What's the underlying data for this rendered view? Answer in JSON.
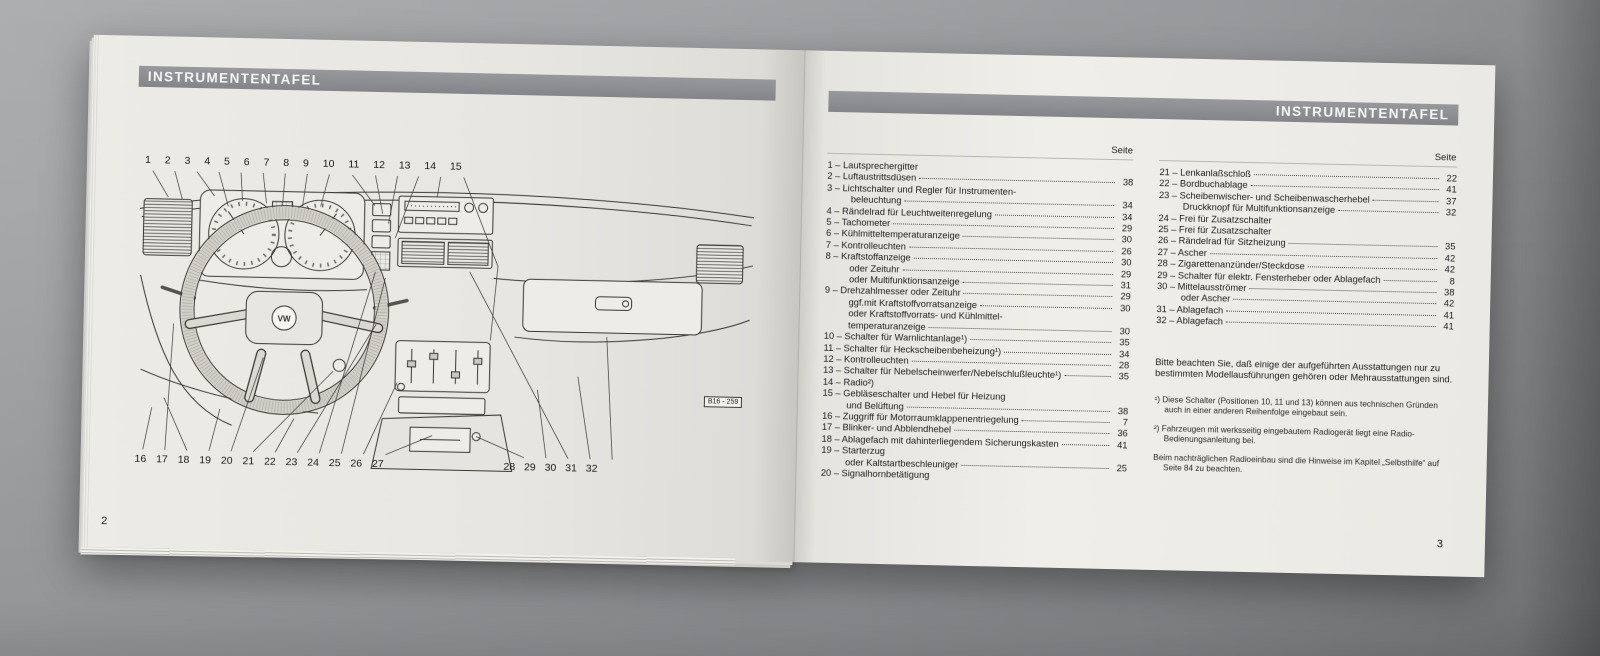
{
  "left_page": {
    "header": "INSTRUMENTENTAFEL",
    "page_number": "2",
    "figure_ref": "B16 - 259",
    "logo_text": "VW",
    "callouts_top": "1 2 3 4 5 6 7 8 9 10 11 12 13 14 15",
    "callouts_bottom_left": "16 17 18 19 20 21 22 23 24 25 26 27",
    "callouts_bottom_right": "28 29 30 31 32"
  },
  "right_page": {
    "header": "INSTRUMENTENTAFEL",
    "page_number": "3",
    "seite_label": "Seite",
    "seite_label2": "Seite",
    "left_rows": [
      {
        "t": "1 – Lautsprechergitter",
        "p": ""
      },
      {
        "t": "2 – Luftaustrittsdüsen",
        "p": "38"
      },
      {
        "t": "3 – Lichtschalter und Regler für Instrumenten-",
        "p": ""
      },
      {
        "t": "beleuchtung",
        "p": "34",
        "i": 1
      },
      {
        "t": "4 – Rändelrad für Leuchtweitenregelung",
        "p": "34"
      },
      {
        "t": "5 – Tachometer",
        "p": "29"
      },
      {
        "t": "6 – Kühlmitteltemperaturanzeige",
        "p": "30"
      },
      {
        "t": "7 – Kontrolleuchten",
        "p": "26"
      },
      {
        "t": "8 – Kraftstoffanzeige",
        "p": "30"
      },
      {
        "t": "oder Zeituhr",
        "p": "29",
        "i": 1
      },
      {
        "t": "oder Multifunktionsanzeige",
        "p": "31",
        "i": 1
      },
      {
        "t": "9 – Drehzahlmesser oder Zeituhr",
        "p": "29"
      },
      {
        "t": "ggf.mit Kraftstoffvorratsanzeige",
        "p": "30",
        "i": 1
      },
      {
        "t": "oder Kraftstoffvorrats- und Kühlmittel-",
        "p": "",
        "i": 1
      },
      {
        "t": "temperaturanzeige",
        "p": "30",
        "i": 1
      },
      {
        "t": "10 – Schalter für Warnlichtanlage¹)",
        "p": "35"
      },
      {
        "t": "11 – Schalter für Heckscheibenbeheizung¹)",
        "p": "34"
      },
      {
        "t": "12 – Kontrolleuchten",
        "p": "28"
      },
      {
        "t": "13 – Schalter für Nebelscheinwerfer/Nebelschlußleuchte¹)",
        "p": "35"
      },
      {
        "t": "14 – Radio²)",
        "p": ""
      },
      {
        "t": "15 – Gebläseschalter und Hebel für Heizung",
        "p": ""
      },
      {
        "t": "und Belüftung",
        "p": "38",
        "i": 1
      },
      {
        "t": "16 – Zuggriff für Motorraumklappenentriegelung",
        "p": "7"
      },
      {
        "t": "17 – Blinker- und Abblendhebel",
        "p": "36"
      },
      {
        "t": "18 – Ablagefach mit dahinterliegendem Sicherungskasten",
        "p": "41"
      },
      {
        "t": "19 – Starterzug",
        "p": ""
      },
      {
        "t": "oder Kaltstartbeschleuniger",
        "p": "25",
        "i": 1
      },
      {
        "t": "20 – Signalhornbetätigung",
        "p": ""
      }
    ],
    "right_rows": [
      {
        "t": "21 – Lenkanlaßschloß",
        "p": "22"
      },
      {
        "t": "22 – Bordbuchablage",
        "p": "41"
      },
      {
        "t": "23 – Scheibenwischer- und Scheibenwascherhebel",
        "p": "37"
      },
      {
        "t": "Druckknopf für Multifunktionsanzeige",
        "p": "32",
        "i": 1
      },
      {
        "t": "24 – Frei für Zusatzschalter",
        "p": ""
      },
      {
        "t": "25 – Frei für Zusatzschalter",
        "p": ""
      },
      {
        "t": "26 – Rändelrad für Sitzheizung",
        "p": "35"
      },
      {
        "t": "27 – Ascher",
        "p": "42"
      },
      {
        "t": "28 – Zigarettenanzünder/Steckdose",
        "p": "42"
      },
      {
        "t": "29 – Schalter für elektr. Fensterheber oder Ablagefach",
        "p": "8"
      },
      {
        "t": "30 – Mittelausströmer",
        "p": "38"
      },
      {
        "t": "oder Ascher",
        "p": "42",
        "i": 1
      },
      {
        "t": "31 – Ablagefach",
        "p": "41"
      },
      {
        "t": "32 – Ablagefach",
        "p": "41"
      }
    ],
    "note": "Bitte beachten Sie, daß einige der aufgeführten Ausstattungen nur zu bestimmten Modellausführungen gehören oder Mehrausstattungen sind.",
    "footnote1": "¹) Diese Schalter (Positionen 10, 11 und 13) können aus technischen Gründen auch in einer anderen Reihenfolge eingebaut sein.",
    "footnote2": "²) Fahrzeugen mit werksseitig eingebautem Radiogerät liegt eine Radio-Bedienungsanleitung bei.",
    "footnote3": "Beim nachträglichen Radioeinbau sind die Hinweise im Kapitel „Selbsthilfe“ auf Seite 84 zu beachten."
  }
}
